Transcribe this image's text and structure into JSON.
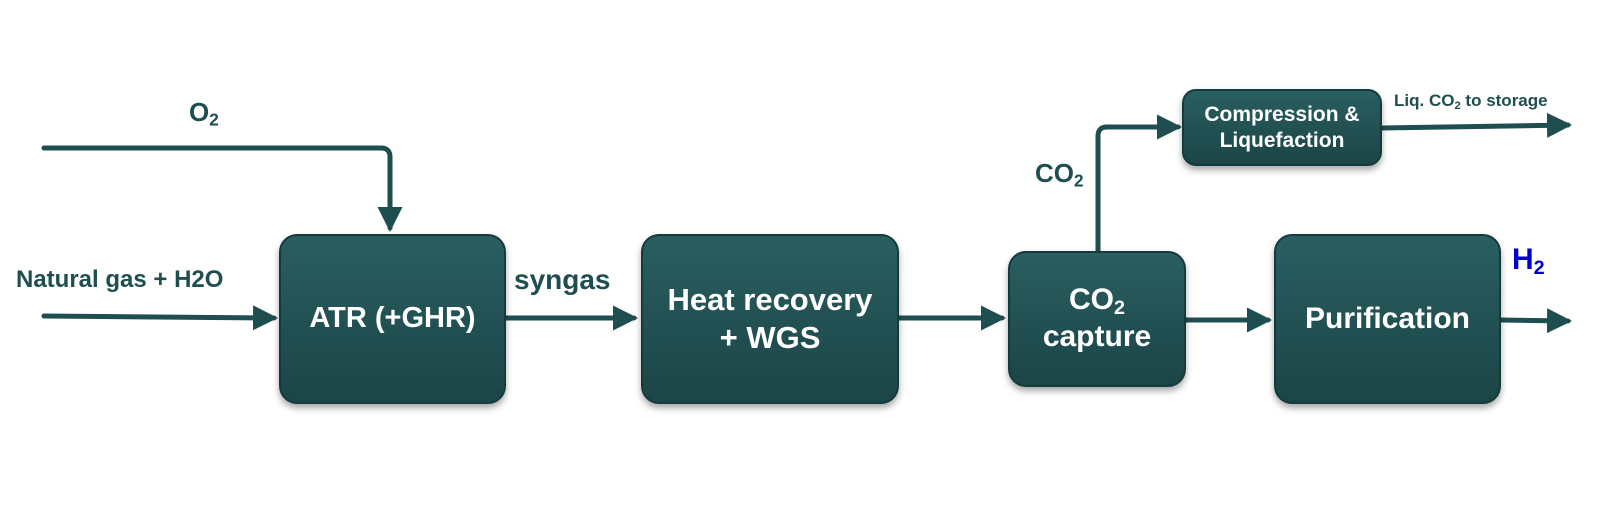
{
  "colors": {
    "box_fill_top": "#2a5e60",
    "box_fill_bottom": "#1b4547",
    "stream_line": "#1f4e50",
    "label_text": "#1f4e50",
    "box_text": "#ffffff",
    "h2_label": "#0000cc"
  },
  "nodes": {
    "atr": {
      "label": "ATR (+GHR)"
    },
    "heat_recovery": {
      "line1": "Heat recovery",
      "line2": "+ WGS"
    },
    "co2_capture": {
      "line1_main": "CO",
      "line1_sub": "2",
      "line2": "capture"
    },
    "purification": {
      "label": "Purification"
    },
    "compression": {
      "line1": "Compression &",
      "line2": "Liquefaction"
    }
  },
  "streams": {
    "o2": {
      "main": "O",
      "sub": "2"
    },
    "feed": {
      "label": "Natural gas + H2O"
    },
    "syngas": {
      "label": "syngas"
    },
    "co2": {
      "main": "CO",
      "sub": "2"
    },
    "liq_co2": {
      "prefix": "Liq. CO",
      "sub": "2",
      "suffix": " to storage"
    },
    "h2": {
      "main": "H",
      "sub": "2"
    }
  }
}
